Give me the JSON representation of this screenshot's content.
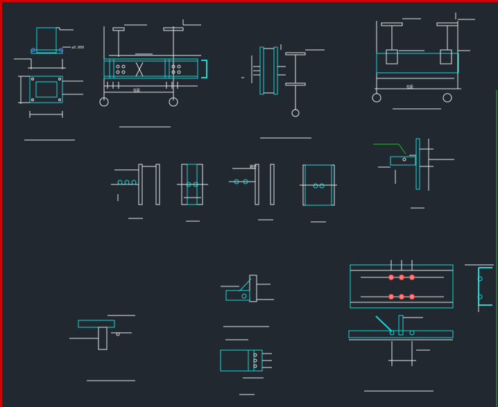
{
  "colors": {
    "background": "#212830",
    "frame_red": "#d40000",
    "steel_cyan": "#19d8d8",
    "annotation_white": "#e8e8e8",
    "leader_green": "#22c322",
    "marker_blue": "#7a7aff",
    "bolt_red": "#ff6060"
  },
  "labels": {
    "elevation": "±0.000",
    "span_a": "柱距",
    "span_b": "柱距",
    "dim_mark": "螺栓"
  }
}
